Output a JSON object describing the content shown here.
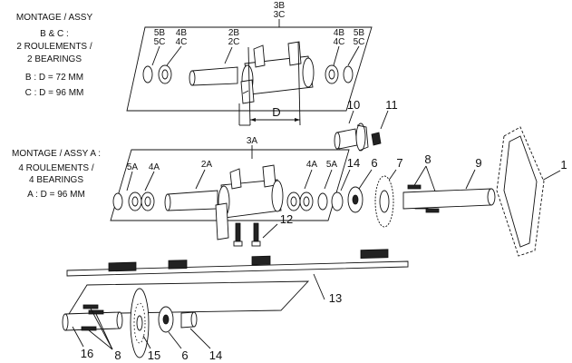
{
  "notes": {
    "assy_bc": [
      "MONTAGE / ASSY",
      "B & C :",
      "2 ROULEMENTS /",
      "2 BEARINGS",
      "B : D = 72 MM",
      "C : D = 96 MM"
    ],
    "assy_a": [
      "MONTAGE / ASSY A :",
      "4 ROULEMENTS /",
      "4 BEARINGS",
      "A : D = 96 MM"
    ]
  },
  "labels": {
    "l3b": "3B",
    "l3c": "3C",
    "l5b_l": "5B",
    "l5c_l": "5C",
    "l4b_l": "4B",
    "l4c_l": "4C",
    "l2b": "2B",
    "l2c": "2C",
    "l4b_r": "4B",
    "l4c_r": "4C",
    "l5b_r": "5B",
    "l5c_r": "5C",
    "dim_d": "D",
    "l10": "10",
    "l11": "11",
    "l3a": "3A",
    "l5a_l": "5A",
    "l4a_l": "4A",
    "l2a": "2A",
    "l4a_r": "4A",
    "l5a_r": "5A",
    "l14_top": "14",
    "l6_top": "6",
    "l7": "7",
    "l8_top": "8",
    "l9": "9",
    "l1": "1",
    "l12": "12",
    "l13": "13",
    "l16": "16",
    "l8_bot": "8",
    "l15": "15",
    "l6_bot": "6",
    "l14_bot": "14"
  }
}
